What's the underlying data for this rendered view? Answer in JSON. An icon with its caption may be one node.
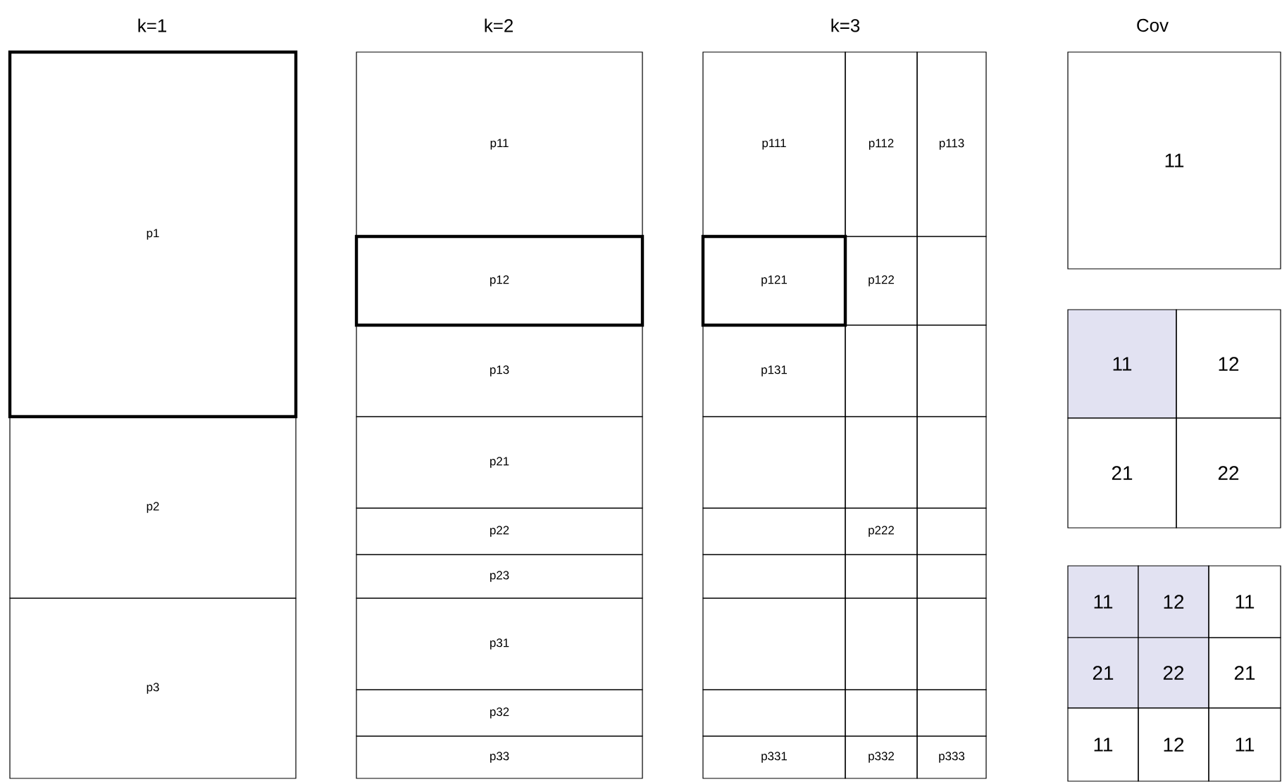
{
  "diagram": {
    "nodes": [
      {
        "text": [
          "p1"
        ]
      },
      {
        "text": [
          "p2"
        ]
      },
      {
        "text": [
          "p3"
        ]
      },
      {
        "text": [
          "p11"
        ]
      },
      {
        "text": [
          "p12"
        ]
      },
      {
        "text": [
          "p13"
        ]
      },
      {
        "text": [
          "p21"
        ]
      },
      {
        "text": [
          "p22"
        ]
      },
      {
        "text": [
          "p23"
        ]
      },
      {
        "text": [
          "p31"
        ]
      },
      {
        "text": [
          "p32"
        ]
      },
      {
        "text": [
          "p33"
        ]
      },
      {
        "text": [
          "p111"
        ]
      },
      {
        "text": [
          "p112"
        ]
      },
      {
        "text": [
          "p113"
        ]
      },
      {
        "text": [
          "p121"
        ]
      },
      {
        "text": [
          "p122"
        ]
      },
      {
        "text": [],
        "shape": "box"
      },
      {
        "text": [
          "p131"
        ]
      },
      {
        "text": [],
        "shape": "box"
      },
      {
        "text": [],
        "shape": "box"
      },
      {
        "text": [],
        "shape": "box"
      },
      {
        "text": [],
        "shape": "box"
      },
      {
        "text": [],
        "shape": "box"
      },
      {
        "text": [],
        "shape": "box"
      },
      {
        "text": [
          "p222"
        ]
      },
      {
        "text": [],
        "shape": "box"
      },
      {
        "text": [],
        "shape": "box"
      },
      {
        "text": [],
        "shape": "box"
      },
      {
        "text": [],
        "shape": "box"
      },
      {
        "text": [],
        "shape": "box"
      },
      {
        "text": [],
        "shape": "box"
      },
      {
        "text": [],
        "shape": "box"
      },
      {
        "text": [],
        "shape": "box"
      },
      {
        "text": [],
        "shape": "box"
      },
      {
        "text": [],
        "shape": "box"
      },
      {
        "text": [
          "p331"
        ]
      },
      {
        "text": [
          "p332"
        ]
      },
      {
        "text": [
          "p333"
        ]
      },
      {
        "text": [
          "11"
        ]
      },
      {
        "text": [
          "11"
        ]
      },
      {
        "text": [
          "12"
        ]
      },
      {
        "text": [
          "21"
        ]
      },
      {
        "text": [
          "22"
        ]
      },
      {
        "text": [
          "11"
        ]
      },
      {
        "text": [
          "12"
        ]
      },
      {
        "text": [
          "11"
        ]
      },
      {
        "text": [
          "21"
        ]
      },
      {
        "text": [
          "22"
        ]
      },
      {
        "text": [
          "21"
        ]
      },
      {
        "text": [
          "11"
        ]
      },
      {
        "text": [
          "12"
        ]
      },
      {
        "text": [
          "11"
        ]
      }
    ],
    "labels": [
      "k=1",
      "k=2",
      "k=3",
      "Cov"
    ]
  }
}
